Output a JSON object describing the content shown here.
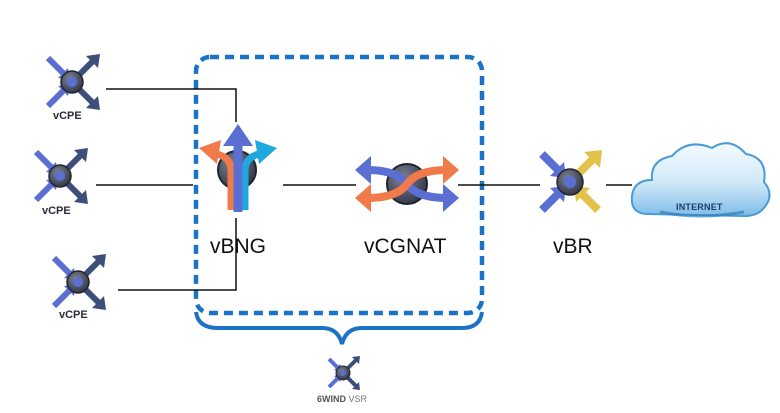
{
  "nodes": {
    "vcpe1": "vCPE",
    "vcpe2": "vCPE",
    "vcpe3": "vCPE",
    "vbng": "vBNG",
    "vcgnat": "vCGNAT",
    "vbr": "vBR",
    "internet": "INTERNET"
  },
  "vsr_label": {
    "brand": "6WIND",
    "product": "VSR"
  },
  "colors": {
    "frame": "#1a73c4",
    "hub_dark": "#3b3f4f",
    "hub_ring": "#6b7184",
    "arrow_blue": "#5a6fd1",
    "arrow_navy": "#3e4e7a",
    "arrow_orange": "#f07a4a",
    "arrow_cyan": "#1fa8e0",
    "arrow_yellow": "#e2c24a",
    "cloud_light": "#cfe8f8",
    "cloud_dark": "#4a9bd6"
  }
}
